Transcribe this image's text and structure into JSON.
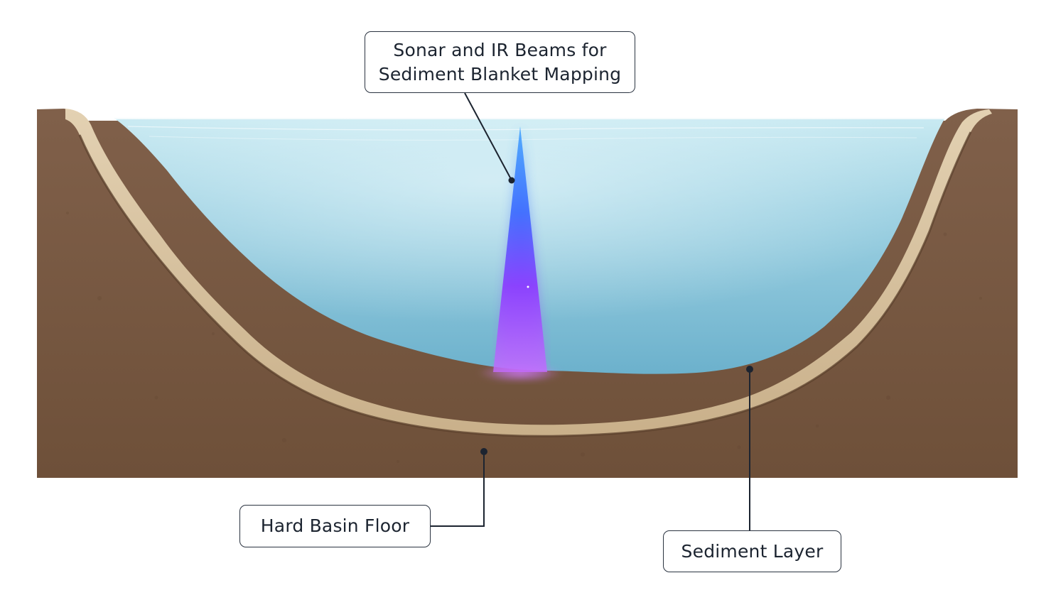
{
  "labels": {
    "sonar_line1": "Sonar and IR Beams for",
    "sonar_line2": "Sediment Blanket Mapping",
    "hard_floor": "Hard Basin Floor",
    "sediment": "Sediment Layer"
  },
  "colors": {
    "bedrock": "#7a5a41",
    "bedrock_dark": "#5e432f",
    "sediment": "#d9c4a3",
    "sediment_edge": "#a8906c",
    "water_top": "#bfe4ee",
    "water_bottom": "#6fb5cf",
    "beam_top": "#2f8cff",
    "beam_mid": "#5a4dff",
    "beam_bottom": "#b04cff",
    "leader_line": "#1c2430"
  }
}
